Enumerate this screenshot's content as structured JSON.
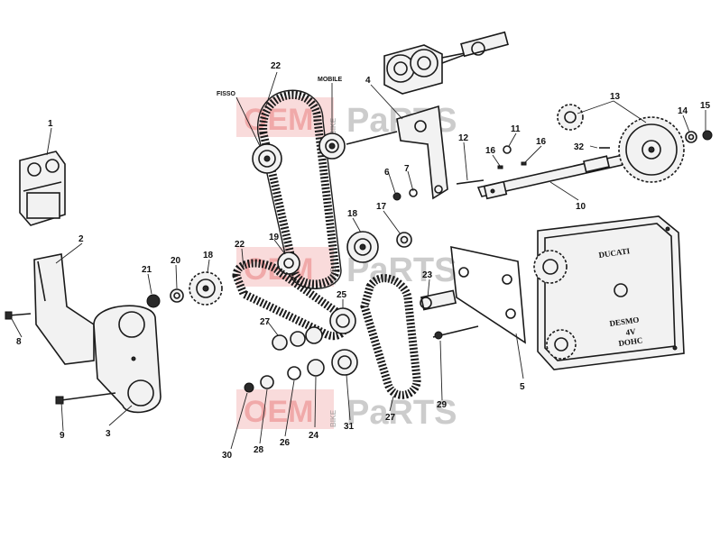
{
  "callouts": {
    "c1": "1",
    "c2": "2",
    "c3": "3",
    "c4": "4",
    "c5": "5",
    "c6": "6",
    "c7": "7",
    "c8": "8",
    "c9": "9",
    "c10": "10",
    "c11": "11",
    "c12": "12",
    "c13": "13",
    "c14": "14",
    "c15": "15",
    "c16a": "16",
    "c16b": "16",
    "c17": "17",
    "c18a": "18",
    "c18b": "18",
    "c19": "19",
    "c20": "20",
    "c21": "21",
    "c22a": "22",
    "c22b": "22",
    "c23": "23",
    "c24": "24",
    "c25": "25",
    "c26": "26",
    "c27a": "27",
    "c27b": "27",
    "c28": "28",
    "c29": "29",
    "c30": "30",
    "c31": "31",
    "c32": "32"
  },
  "tags": {
    "fisso": "FISSO",
    "mobile": "MOBILE"
  },
  "cover": {
    "brand": "DUCATI",
    "line1": "DESMO",
    "line2": "4V",
    "line3": "DOHC"
  },
  "watermark": {
    "oem": "OEM",
    "bike": "BIKE",
    "parts": "PaRTS"
  },
  "colors": {
    "watermark_red": "#e25a5a",
    "watermark_grey": "#9a9a9a"
  }
}
